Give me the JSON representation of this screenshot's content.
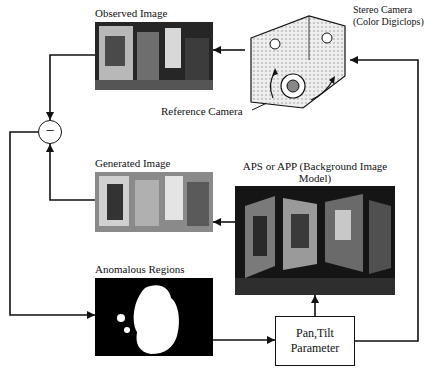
{
  "diagram": {
    "nodes": [
      {
        "text": [
          "Observed Image"
        ]
      },
      {
        "text": [
          "Stereo Camera (Color Digiclops)"
        ]
      },
      {
        "text": [
          "−"
        ]
      },
      {
        "text": [
          "Generated Image"
        ]
      },
      {
        "text": [
          "APS or APP (Background Image Model)"
        ]
      },
      {
        "text": [
          "Anomalous Regions"
        ]
      },
      {
        "text": [
          "Pan,Tilt Parameter"
        ]
      }
    ],
    "edges": [
      {
        "from": 1,
        "to": 0,
        "arrow": "to"
      },
      {
        "from": 0,
        "to": 2,
        "arrow": "to"
      },
      {
        "from": 3,
        "to": 2,
        "arrow": "to"
      },
      {
        "from": 4,
        "to": 3,
        "arrow": "to"
      },
      {
        "from": 2,
        "to": 5,
        "arrow": "to"
      },
      {
        "from": 5,
        "to": 6,
        "arrow": "to"
      },
      {
        "from": 6,
        "to": 4,
        "arrow": "to"
      },
      {
        "from": 6,
        "to": 1,
        "arrow": "to"
      }
    ],
    "labels": [
      "Reference Camera"
    ]
  }
}
